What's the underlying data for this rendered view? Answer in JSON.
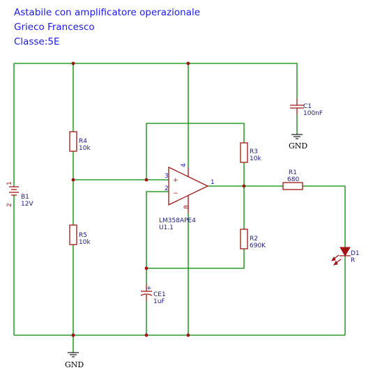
{
  "header": {
    "title": "Astabile con amplificatore operazionale",
    "author": "Grieco Francesco",
    "class": "Classe:5E"
  },
  "components": {
    "c1": {
      "ref": "C1",
      "value": "100nF"
    },
    "r4": {
      "ref": "R4",
      "value": "10k"
    },
    "r5": {
      "ref": "R5",
      "value": "10k"
    },
    "r3": {
      "ref": "R3",
      "value": "10k"
    },
    "r2": {
      "ref": "R2",
      "value": "690K"
    },
    "r1": {
      "ref": "R1",
      "value": "680"
    },
    "b1": {
      "ref": "B1",
      "value": "12V"
    },
    "ce1": {
      "ref": "CE1",
      "value": "1uF"
    },
    "d1": {
      "ref": "D1",
      "value": "R"
    },
    "u1": {
      "ref": "U1.1",
      "value": "LM358APE4"
    }
  },
  "pins": {
    "in_plus": "3",
    "in_minus": "2",
    "out": "1",
    "vcc": "4",
    "gnd": "8",
    "plus_sign": "+",
    "minus_sign": "−",
    "bat_pos": "1",
    "bat_neg": "2",
    "ce_plus": "+"
  },
  "ground": {
    "label": "GND"
  },
  "colors": {
    "wire": "#008a00",
    "component": "#a01414",
    "text": "#1a1ae6"
  }
}
